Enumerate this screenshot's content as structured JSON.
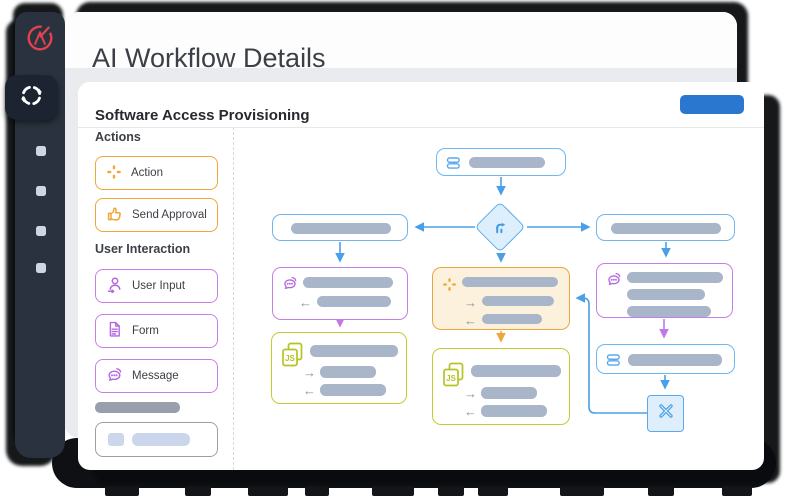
{
  "window": {
    "title": "AI Workflow Details"
  },
  "panel": {
    "title": "Software Access Provisioning",
    "primary_button": {
      "icon": "solid-pill-placeholder",
      "color": "#2a77cf"
    }
  },
  "sidebar": {
    "logo_icon": "ansible-logo",
    "active_item": {
      "icon": "cycle-arrows-icon"
    },
    "menu_items": [
      {
        "icon": "menu-square"
      },
      {
        "icon": "menu-square"
      },
      {
        "icon": "menu-square"
      },
      {
        "icon": "menu-square"
      }
    ]
  },
  "palette": {
    "sections": [
      {
        "title": "Actions",
        "items": [
          {
            "label": "Action",
            "icon": "action-plus-icon",
            "accent": "#f0a63c"
          },
          {
            "label": "Send Approval",
            "icon": "thumbs-up-icon",
            "accent": "#f0a63c"
          }
        ]
      },
      {
        "title": "User Interaction",
        "items": [
          {
            "label": "User Input",
            "icon": "user-input-icon",
            "accent": "#c77fe8"
          },
          {
            "label": "Form",
            "icon": "form-icon",
            "accent": "#c77fe8"
          },
          {
            "label": "Message",
            "icon": "message-icon",
            "accent": "#c77fe8"
          }
        ]
      }
    ],
    "footer": {
      "bar": "placeholder-bar",
      "button": "placeholder-button"
    }
  },
  "canvas": {
    "nodes": [
      {
        "id": "start-task",
        "type": "task",
        "icon": "list-icon",
        "accent": "blue"
      },
      {
        "id": "decision",
        "type": "decision",
        "icon": "branch-icon",
        "accent": "blue"
      },
      {
        "id": "left-task",
        "type": "task",
        "icon": null,
        "accent": "blue"
      },
      {
        "id": "right-task",
        "type": "task",
        "icon": null,
        "accent": "blue"
      },
      {
        "id": "left-message",
        "type": "message",
        "icon": "message-icon",
        "accent": "purple"
      },
      {
        "id": "action-step",
        "type": "action",
        "icon": "action-plus-icon",
        "accent": "orange"
      },
      {
        "id": "right-message",
        "type": "message",
        "icon": "message-icon",
        "accent": "purple"
      },
      {
        "id": "left-script",
        "type": "script",
        "icon": "js-file-icon",
        "accent": "green"
      },
      {
        "id": "center-script",
        "type": "script",
        "icon": "js-file-icon",
        "accent": "green"
      },
      {
        "id": "right-list-task",
        "type": "task",
        "icon": "list-icon",
        "accent": "blue"
      },
      {
        "id": "merge-x",
        "type": "merge",
        "icon": "x-merge-icon",
        "accent": "blue"
      }
    ],
    "edges": [
      {
        "from": "start-task",
        "to": "decision",
        "color": "blue"
      },
      {
        "from": "decision",
        "to": "left-task",
        "color": "blue"
      },
      {
        "from": "decision",
        "to": "right-task",
        "color": "blue"
      },
      {
        "from": "decision",
        "to": "action-step",
        "color": "blue"
      },
      {
        "from": "left-task",
        "to": "left-message",
        "color": "blue"
      },
      {
        "from": "left-message",
        "to": "left-script",
        "color": "purple"
      },
      {
        "from": "action-step",
        "to": "center-script",
        "color": "orange"
      },
      {
        "from": "right-task",
        "to": "right-message",
        "color": "blue"
      },
      {
        "from": "right-message",
        "to": "right-list-task",
        "color": "purple"
      },
      {
        "from": "right-list-task",
        "to": "merge-x",
        "color": "blue"
      },
      {
        "from": "merge-x",
        "to": "action-step",
        "color": "blue"
      }
    ]
  },
  "colors": {
    "edge_blue": "#4aa0e8",
    "edge_purple": "#c179e8",
    "edge_orange": "#f0a63e",
    "node_blue_border": "#6fb7f0",
    "node_purple_border": "#c77fe8",
    "node_orange_border": "#eda63e",
    "node_orange_fill": "#fcf1dd",
    "node_green_border": "#c3cc33",
    "placeholder_bar": "#a9b6c9",
    "sidebar_bg": "#29323e",
    "logo_red": "#e0434e",
    "primary_blue": "#2a77cf"
  }
}
